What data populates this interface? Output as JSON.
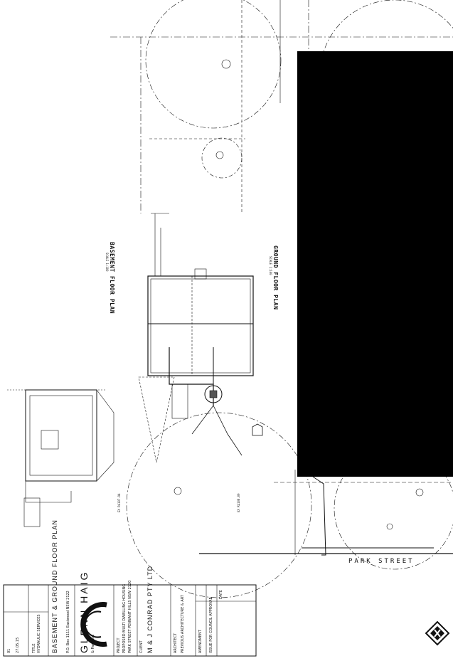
{
  "drawing": {
    "basement_title": "BASEMENT FLOOR PLAN",
    "basement_scale": "SCALE 1:100",
    "ground_title": "GROUND FLOOR PLAN",
    "ground_scale": "SCALE 1:100",
    "street_label": "PARK STREET",
    "rl_labels": [
      "EX RL107.94",
      "EX RL108.09"
    ]
  },
  "title_block": {
    "company": "GLENN HAIG",
    "company_sub": "& Partners",
    "company_contact": "P.O. Box 1111 Eastwood NSW 2122",
    "project_label": "PROJECT",
    "project": "PROPOSED MULTI DWELLING HOUSING",
    "project_address": "PARK STREET PENNANT HILLS NSW 2120",
    "client_label": "CLIENT",
    "client": "M & J CONRAD PTY LTD",
    "architect_label": "ARCHITECT",
    "architect": "PREVIOUS ARCHITECTURE & ART",
    "title_label": "TITLE",
    "title": "BASEMENT & GROUND FLOOR PLAN",
    "drawing_type": "HYDRAULIC SERVICES",
    "date_label": "DATE",
    "issue_date": "27.05.15",
    "issue_no": "1",
    "issue_desc": "ISSUE FOR COUNCIL APPROVAL",
    "amendment_label": "AMENDMENT",
    "sheet_no": "01"
  },
  "colors": {
    "ink": "#111111",
    "redaction": "#000000"
  },
  "icons": [
    "north-arrow-icon",
    "company-logo-icon"
  ]
}
